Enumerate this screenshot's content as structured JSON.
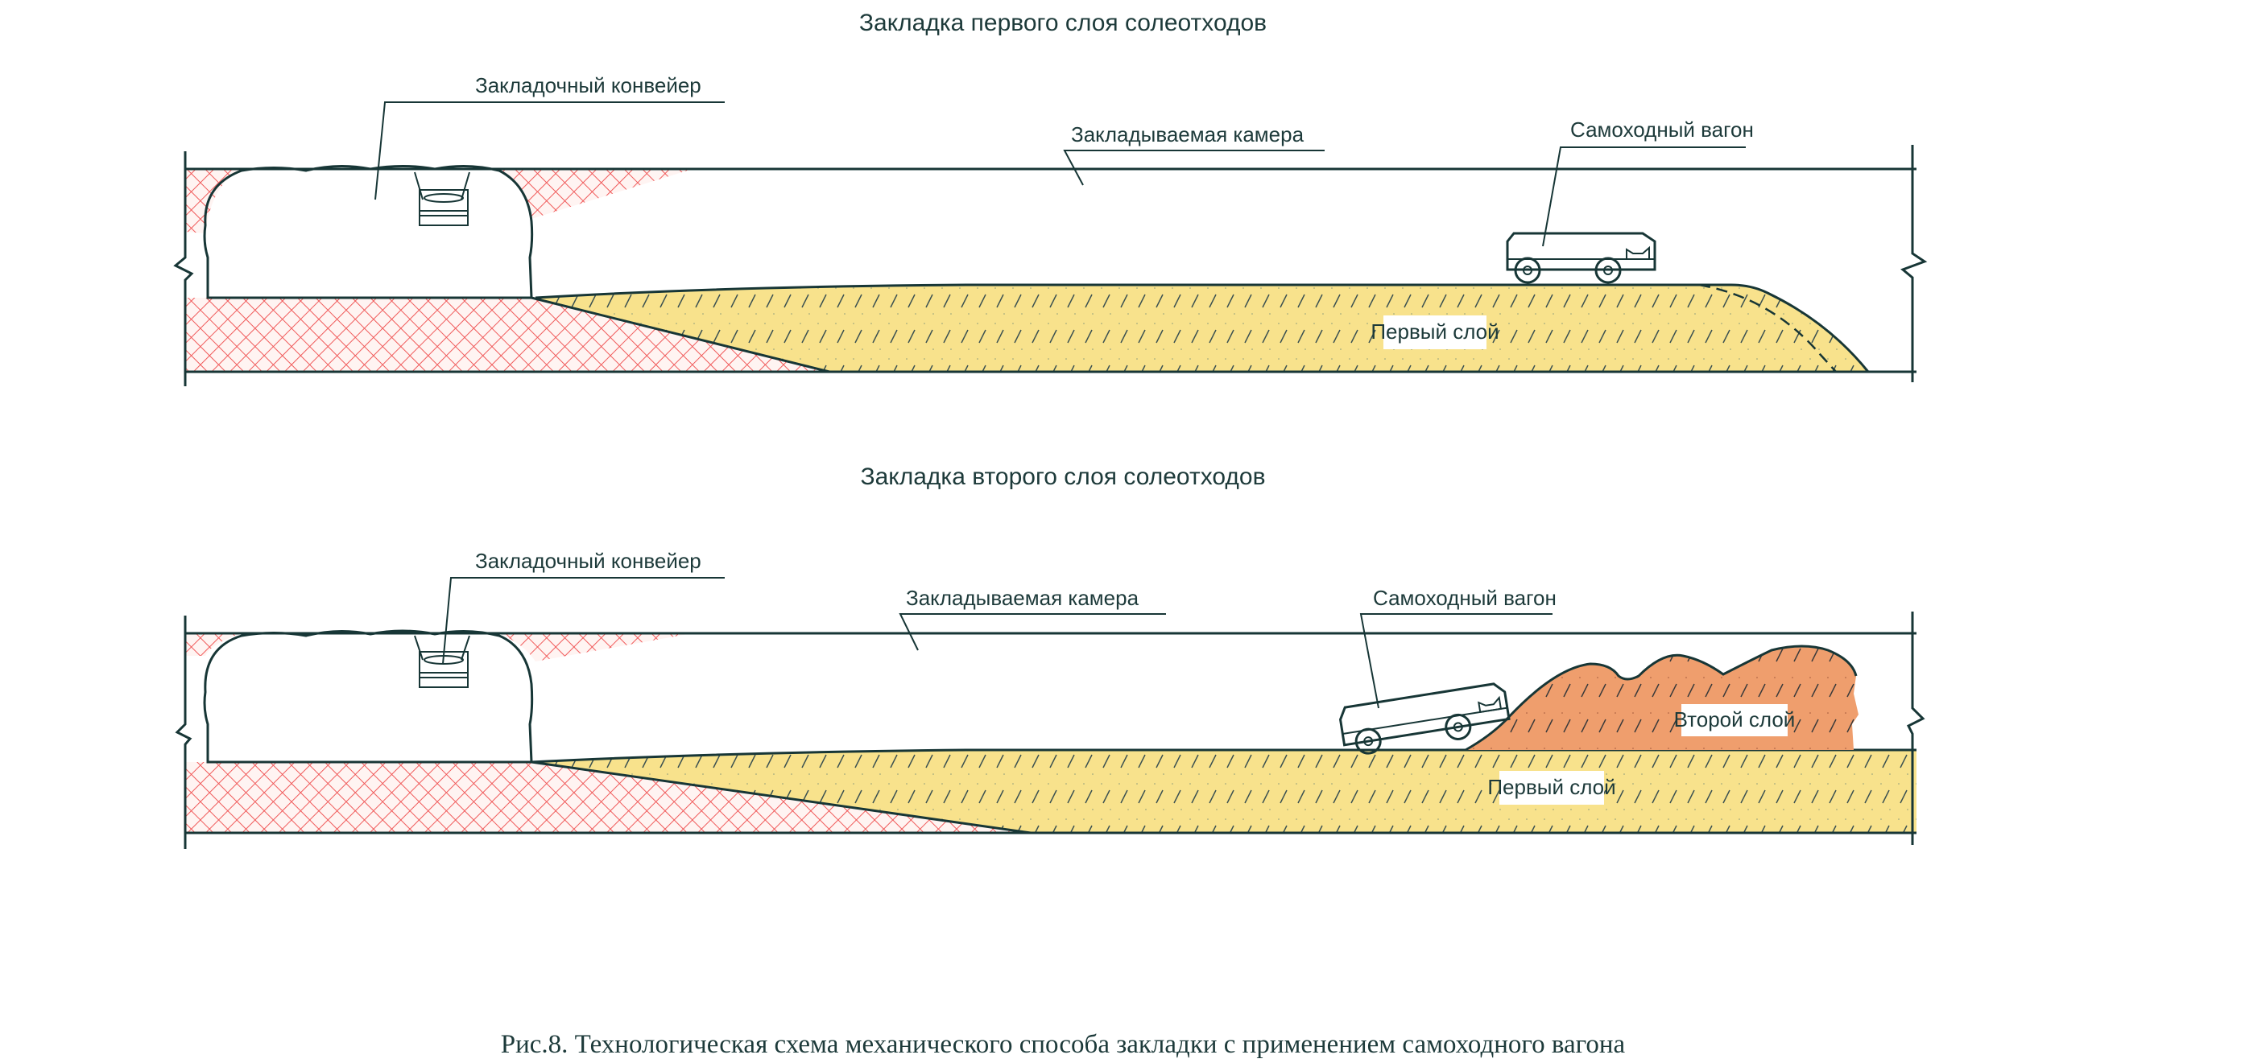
{
  "diagram": {
    "caption": "Рис.8.  Технологическая схема механического способа закладки с применением самоходного вагона",
    "panels": [
      {
        "title": "Закладка первого слоя солеотходов",
        "labels": {
          "conveyor": "Закладочный конвейер",
          "chamber": "Закладываемая камера",
          "wagon": "Самоходный вагон",
          "layer1": "Первый слой"
        }
      },
      {
        "title": "Закладка второго слоя солеотходов",
        "labels": {
          "conveyor": "Закладочный конвейер",
          "chamber": "Закладываемая камера",
          "wagon": "Самоходный вагон",
          "layer1": "Первый слой",
          "layer2": "Второй слой"
        }
      }
    ],
    "colors": {
      "rock_hatch": "#f26b6b",
      "layer1_fill": "#f7e08a",
      "layer2_fill": "#ee9d6e",
      "line": "#173636"
    }
  }
}
